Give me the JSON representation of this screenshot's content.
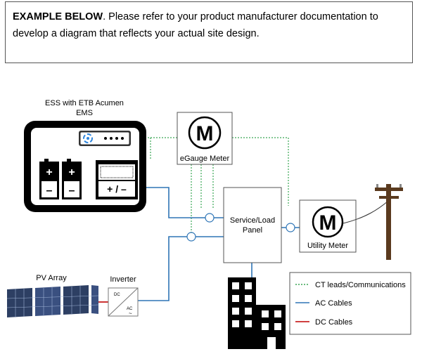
{
  "note": {
    "bold_lead": "EXAMPLE BELOW",
    "text": ". Please refer to your product manufacturer documentation to develop a diagram that reflects your actual site design."
  },
  "ess": {
    "title_line1": "ESS with ETB Acumen",
    "title_line2": "EMS",
    "inverter_symbol": "+ / –",
    "battery_plus": "+",
    "battery_minus": "–"
  },
  "egauge": {
    "symbol": "M",
    "label": "eGauge Meter"
  },
  "service_panel": {
    "label_line1": "Service/Load",
    "label_line2": "Panel"
  },
  "utility_meter": {
    "symbol": "M",
    "label": "Utility Meter"
  },
  "pv_array": {
    "label": "PV Array"
  },
  "inverter": {
    "label": "Inverter",
    "dc_label": "DC",
    "ac_label": "AC",
    "ac_symbol": "~"
  },
  "legend": {
    "items": [
      {
        "label": "CT leads/Communications",
        "color": "#3aa655",
        "style": "dotted"
      },
      {
        "label": "AC Cables",
        "color": "#2e75b6",
        "style": "solid"
      },
      {
        "label": "DC Cables",
        "color": "#c00000",
        "style": "solid"
      }
    ]
  },
  "colors": {
    "ct": "#3aa655",
    "ac": "#2e75b6",
    "dc": "#c00000"
  },
  "icons": [
    "router-icon",
    "battery-icon",
    "inverter-icon",
    "meter-icon",
    "utility-pole-icon",
    "solar-panel-icon",
    "building-icon",
    "ct-clamp-icon"
  ]
}
